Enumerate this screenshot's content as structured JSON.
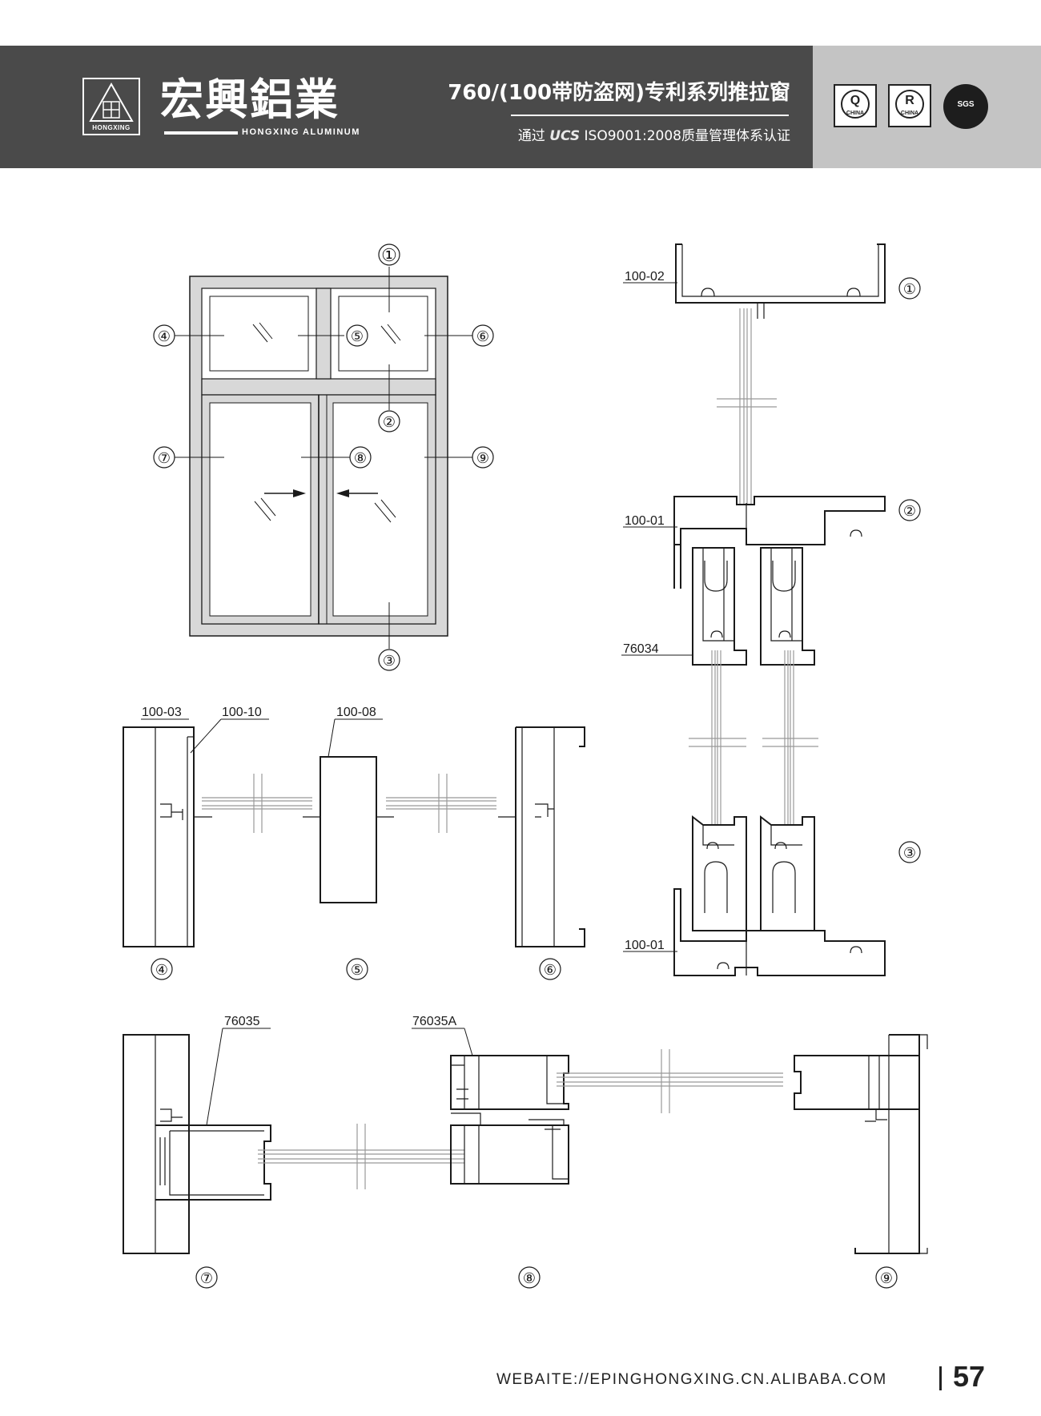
{
  "header": {
    "brand_cn": "宏興鋁業",
    "brand_en": "HONGXING ALUMINUM",
    "logo_sub": "HONGXING",
    "series_title": "760/(100带防盗网)专利系列推拉窗",
    "cert_prefix": "通过",
    "cert_mark": "UCS",
    "cert_suffix": "ISO9001:2008质量管理体系认证",
    "badges": [
      {
        "letter": "Q",
        "sub": "CHINA"
      },
      {
        "letter": "R",
        "sub": "CHINA"
      }
    ],
    "globe_text": "SGS"
  },
  "diagram": {
    "markers": {
      "m1": "①",
      "m2": "②",
      "m3": "③",
      "m4": "④",
      "m5": "⑤",
      "m6": "⑥",
      "m7": "⑦",
      "m8": "⑧",
      "m9": "⑨"
    },
    "codes": {
      "c10002": "100-02",
      "c10001a": "100-01",
      "c76034": "76034",
      "c10001b": "100-01",
      "c10003": "100-03",
      "c10010": "100-10",
      "c10008": "100-08",
      "c76035": "76035",
      "c76035a": "76035A"
    }
  },
  "footer": {
    "url": "WEBAITE://EPINGHONGXING.CN.ALIBABA.COM",
    "page": "57"
  }
}
